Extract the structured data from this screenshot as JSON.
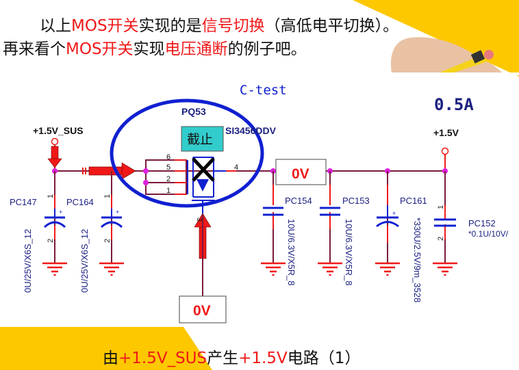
{
  "header": {
    "line1": {
      "p1": "以上",
      "p2": "MOS开关",
      "p3": "实现的是",
      "p4": "信号切换",
      "p5": "（高低电平切换）。"
    },
    "line2": {
      "p1": "再来看个",
      "p2": "MOS开关",
      "p3": "实现",
      "p4": "电压通断",
      "p5": "的例子吧。"
    }
  },
  "schematic": {
    "title": "C-test",
    "current": "0.5A",
    "input_net": "+1.5V_SUS",
    "output_net": "+1.5V",
    "mosfet": {
      "ref": "PQ53",
      "part": "SI3456DDV",
      "state": "截止",
      "pins": [
        "6",
        "5",
        "2",
        "1",
        "4",
        "3"
      ]
    },
    "output_voltage": "0V",
    "gate_voltage": "0V",
    "capacitors": [
      {
        "ref": "PC147",
        "value": "0U/25V/X6S_12",
        "pin1": "1",
        "pin2": "2"
      },
      {
        "ref": "PC164",
        "value": "0U/25V/X6S_12",
        "pin1": "1",
        "pin2": "2"
      },
      {
        "ref": "PC154",
        "value": "10U/6.3V/X5R_8"
      },
      {
        "ref": "PC153",
        "value": "10U/6.3V/X5R_8"
      },
      {
        "ref": "PC161",
        "value": "*330U/2.5V/9m_3528"
      },
      {
        "ref": "PC152",
        "value": "*0.1U/10V/",
        "pin1": "1",
        "pin2": "2"
      }
    ],
    "plus": "+"
  },
  "footer": {
    "p1": "由",
    "p2": "+1.5V_SUS",
    "p3": "产生",
    "p4": "+1.5V",
    "p5": "电路（1）"
  },
  "colors": {
    "yellow": "#fdc800",
    "wire": "#7a1a3c",
    "blue": "#1020d0",
    "red": "#f01818",
    "node": "#e020e0",
    "teal": "#33cccc"
  }
}
